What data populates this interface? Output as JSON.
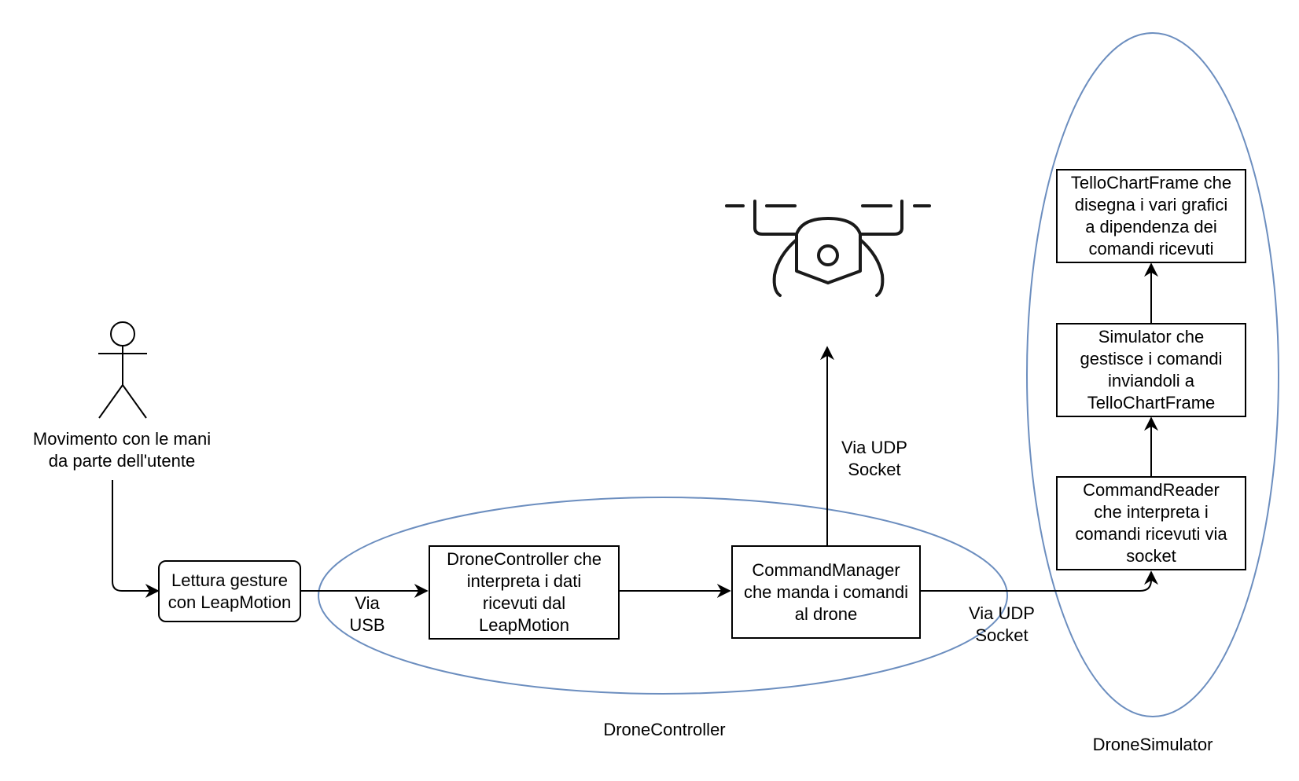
{
  "diagram": {
    "actor_label": "Movimento con le mani\nda parte dell'utente",
    "nodes": {
      "leap": "Lettura gesture\ncon LeapMotion",
      "drone_controller": "DroneController che\ninterpreta i dati\nricevuti dal\nLeapMotion",
      "command_manager": "CommandManager\nche manda i comandi\nal drone",
      "command_reader": "CommandReader\nche interpreta i\ncomandi ricevuti via\nsocket",
      "simulator": "Simulator che\ngestisce i comandi\ninviandoli a\nTelloChartFrame",
      "tello_chart_frame": "TelloChartFrame che\ndisegna i vari grafici\na dipendenza dei\ncomandi ricevuti"
    },
    "edge_labels": {
      "usb": "Via\nUSB",
      "udp_to_drone": "Via UDP\nSocket",
      "udp_to_simulator": "Via UDP\nSocket"
    },
    "groups": {
      "drone_controller": "DroneController",
      "drone_simulator": "DroneSimulator"
    },
    "icons": {
      "drone": "drone-icon",
      "actor": "stick-figure-icon"
    },
    "colors": {
      "group_outline": "#6c8ebf",
      "stroke": "#000000"
    }
  }
}
